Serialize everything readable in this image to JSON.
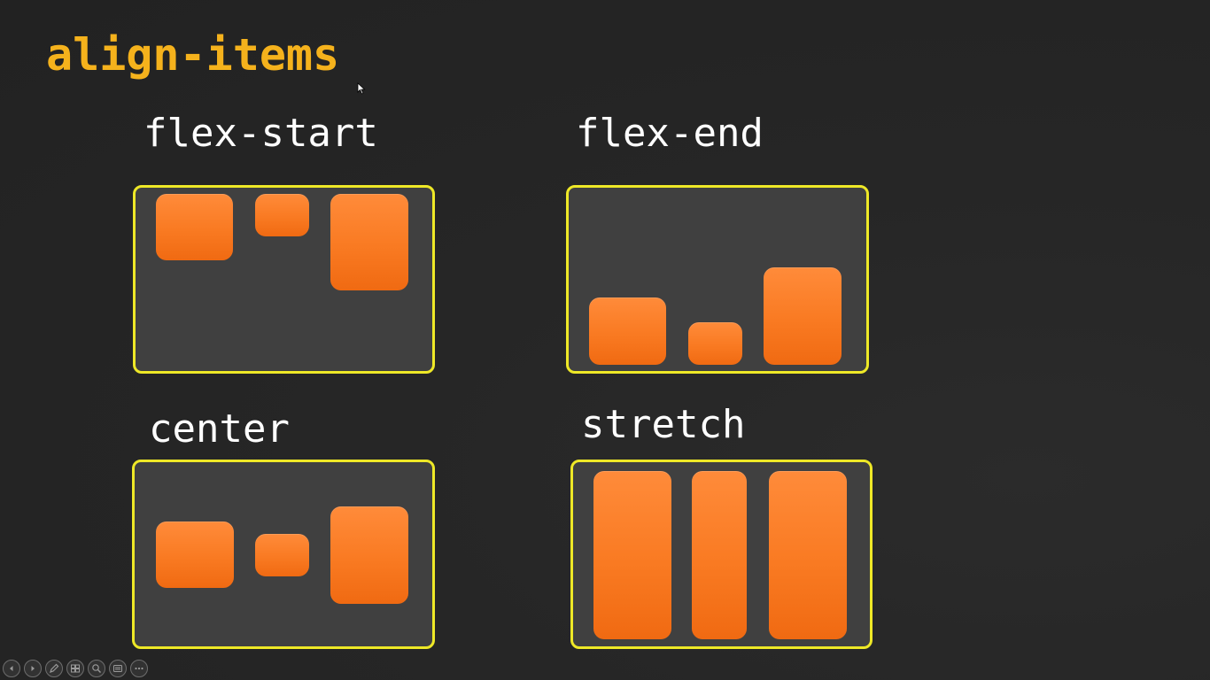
{
  "slide": {
    "title": "align-items",
    "colors": {
      "background": "#252525",
      "title": "#f5b21c",
      "label": "#ffffff",
      "container_fill": "#404040",
      "container_border": "#eee827",
      "item_fill": "#f97a22"
    }
  },
  "panels": [
    {
      "label": "flex-start"
    },
    {
      "label": "flex-end"
    },
    {
      "label": "center"
    },
    {
      "label": "stretch"
    }
  ],
  "toolbar": {
    "icons": [
      "previous-slide-icon",
      "next-slide-icon",
      "pen-icon",
      "slides-overview-icon",
      "zoom-icon",
      "subtitles-icon",
      "more-options-icon"
    ]
  }
}
